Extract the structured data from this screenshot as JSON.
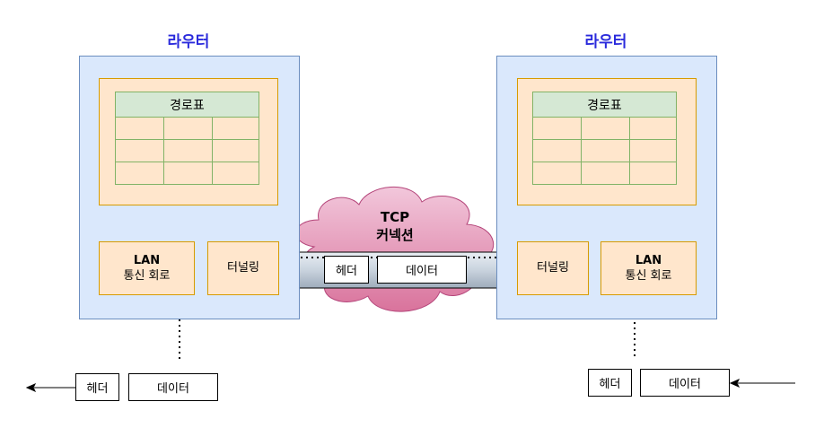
{
  "routers": [
    {
      "title": "라우터",
      "table_header": "경로표",
      "lan_line1": "LAN",
      "lan_line2": "통신 회로",
      "tunnel": "터널링"
    },
    {
      "title": "라우터",
      "table_header": "경로표",
      "lan_line1": "LAN",
      "lan_line2": "통신 회로",
      "tunnel": "터널링"
    }
  ],
  "tcp": {
    "line1": "TCP",
    "line2": "커넥션"
  },
  "tunnel_packet": {
    "header": "헤더",
    "data": "데이터"
  },
  "left_packet": {
    "header": "헤더",
    "data": "데이터"
  },
  "right_packet": {
    "header": "헤더",
    "data": "데이터"
  },
  "colors": {
    "router_fill": "#dae8fc",
    "router_stroke": "#6c8ebf",
    "module_fill": "#ffe6cc",
    "module_stroke": "#d79b00",
    "table_fill": "#d5e8d4",
    "table_stroke": "#82b366",
    "cloud_fill": "#e6a0bf",
    "pipe_fill": "#cfd8e2",
    "title_color": "#2b2bdc"
  }
}
